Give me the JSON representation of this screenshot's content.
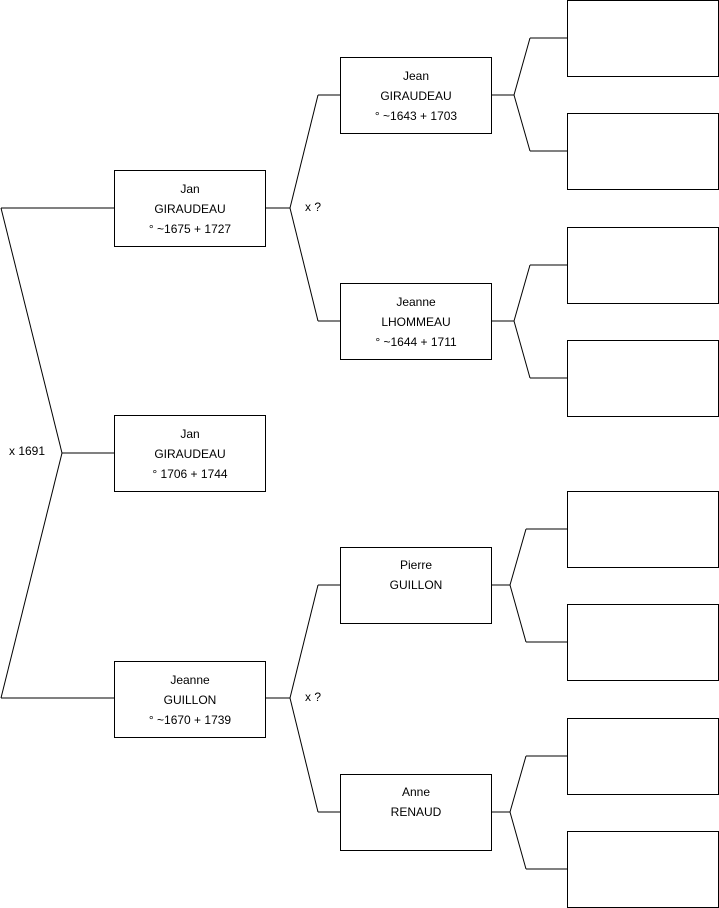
{
  "persons": {
    "root": {
      "first": "Jan",
      "last": "GIRAUDEAU",
      "dates": "° 1706 + 1744"
    },
    "father": {
      "first": "Jan",
      "last": "GIRAUDEAU",
      "dates": "° ~1675 + 1727"
    },
    "mother": {
      "first": "Jeanne",
      "last": "GUILLON",
      "dates": "° ~1670 + 1739"
    },
    "pgf": {
      "first": "Jean",
      "last": "GIRAUDEAU",
      "dates": "° ~1643 + 1703"
    },
    "pgm": {
      "first": "Jeanne",
      "last": "LHOMMEAU",
      "dates": "° ~1644 + 1711"
    },
    "mgf": {
      "first": "Pierre",
      "last": "GUILLON"
    },
    "mgm": {
      "first": "Anne",
      "last": "RENAUD"
    }
  },
  "marriages": {
    "parents": "x 1691",
    "paternal_grandparents": "x ?",
    "maternal_grandparents": "x ?"
  }
}
